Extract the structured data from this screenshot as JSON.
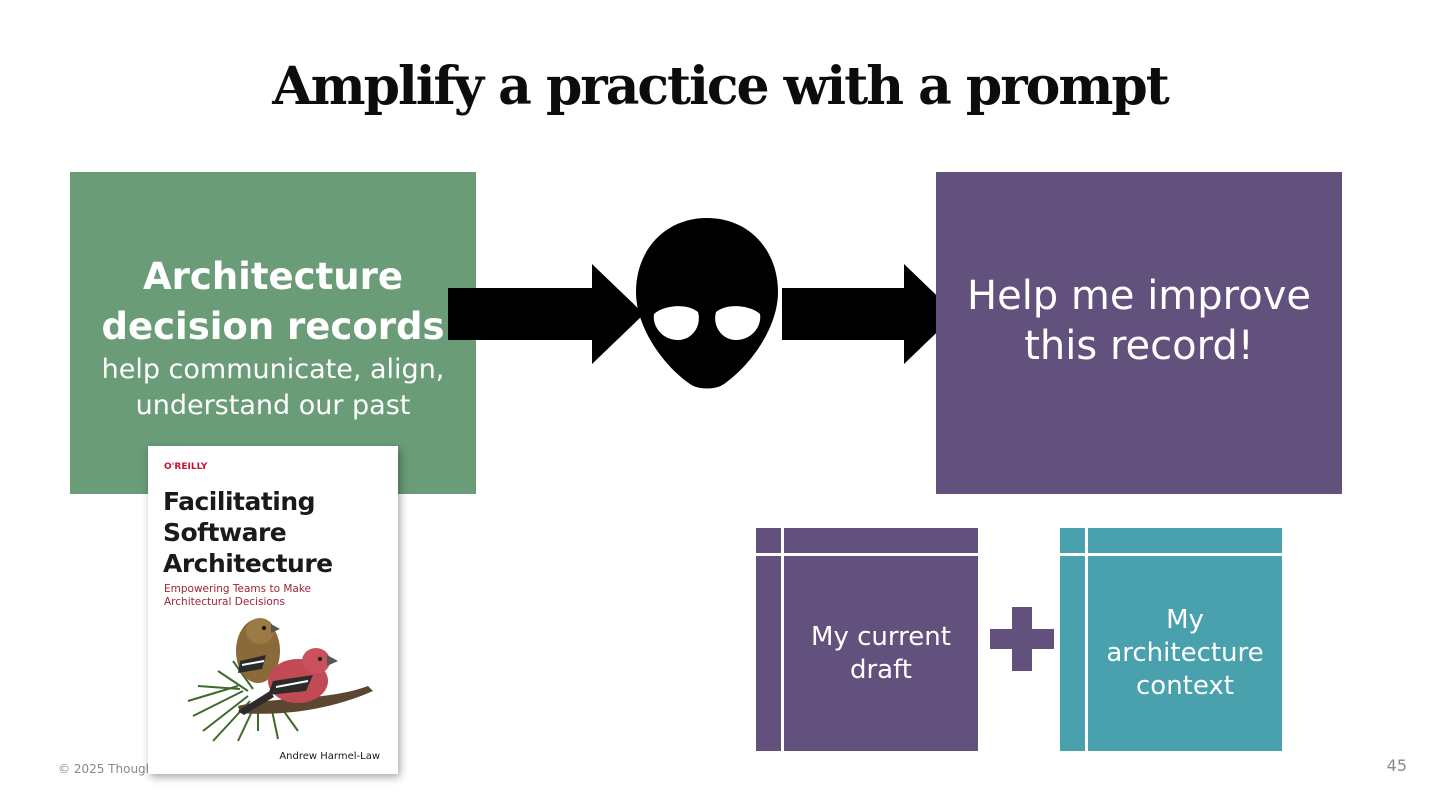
{
  "slide": {
    "title": "Amplify a practice with a prompt",
    "footer": "© 2025 Though",
    "page_number": "45"
  },
  "left_box": {
    "heading": "Architecture decision records",
    "subtext": "help communicate, align, understand our past",
    "color": "#6a9c78"
  },
  "right_box": {
    "text": "Help me improve this record!",
    "color": "#62517d"
  },
  "center_icon": "alien-head-icon",
  "cards": {
    "draft": {
      "text": "My current draft",
      "color": "#62517d"
    },
    "context": {
      "text": "My architecture context",
      "color": "#49a1ad"
    }
  },
  "book": {
    "publisher": "O'REILLY",
    "title": "Facilitating Software Architecture",
    "subtitle": "Empowering Teams to Make Architectural Decisions",
    "author": "Andrew Harmel-Law"
  }
}
